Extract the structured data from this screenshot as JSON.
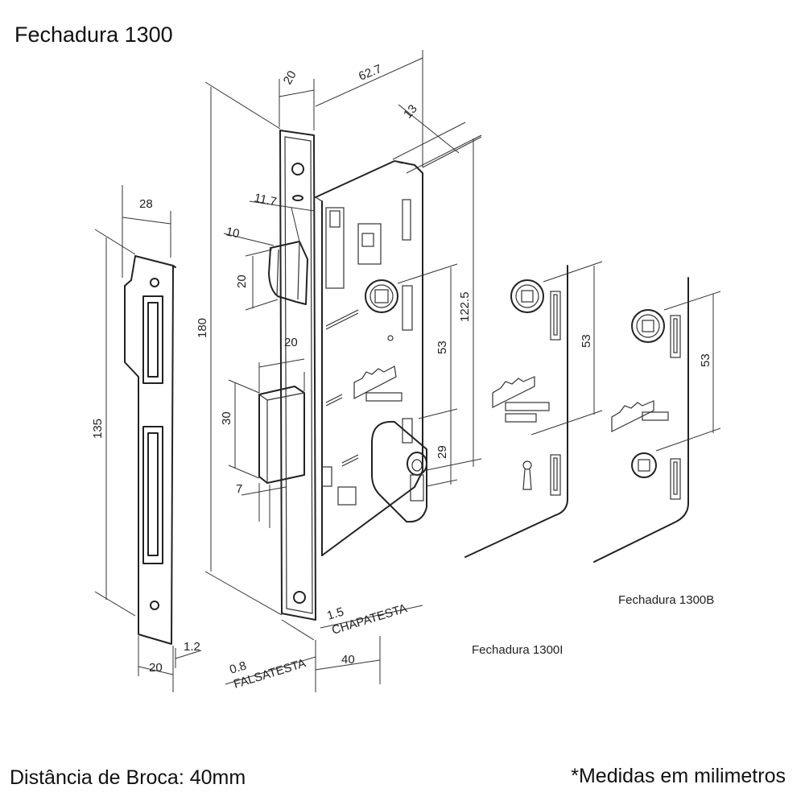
{
  "title": "Fechadura 1300",
  "footer": {
    "left": "Distância de Broca: 40mm",
    "right": "*Medidas em milimetros"
  },
  "variants": {
    "v1": "Fechadura 1300I",
    "v2": "Fechadura 1300B"
  },
  "parts": {
    "falsatesta_a": "0.8",
    "falsatesta_b": "FALSATESTA",
    "chapatesta_a": "1.5",
    "chapatesta_b": "CHAPATESTA"
  },
  "dims": {
    "d28": "28",
    "d135": "135",
    "d20_strike": "20",
    "d1_2": "1.2",
    "d20_top": "20",
    "d62_7": "62.7",
    "d13": "13",
    "d11_7": "11.7",
    "d10": "10",
    "d20_latch": "20",
    "d180": "180",
    "d20_bolt": "20",
    "d30": "30",
    "d7": "7",
    "d40": "40",
    "d122_5": "122.5",
    "d53": "53",
    "d29": "29",
    "d53_i": "53",
    "d53_b": "53"
  }
}
